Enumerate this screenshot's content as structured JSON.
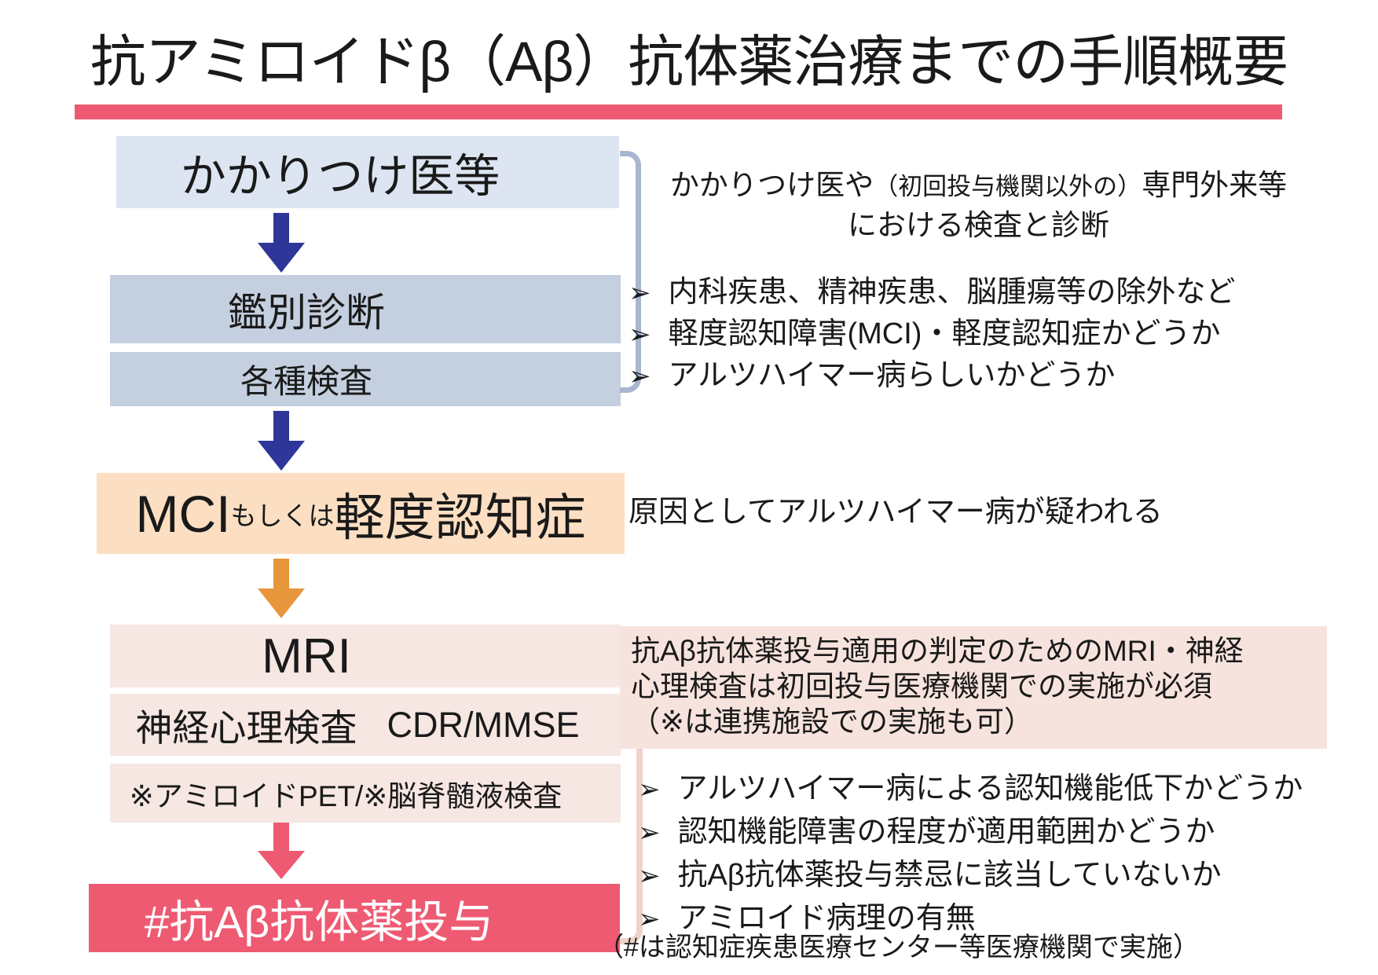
{
  "title": "抗アミロイドβ（Aβ）抗体薬治療までの手順概要",
  "colors": {
    "accent_pink": "#ee5a72",
    "box_primary_care_bg": "#dce5f1",
    "box_diagnosis_bg": "#c4cfdf",
    "box_mci_bg": "#fcdfc2",
    "box_mri_bg": "#f6e7e3",
    "box_admin_bg": "#ee5a72",
    "arrow_navy": "#2f3699",
    "arrow_orange": "#e8963c",
    "arrow_pink": "#ee5a72",
    "bracket_blue": "#a8b6cf",
    "bracket_pink": "#eed3c8",
    "note_box_bg": "#f7e3dd"
  },
  "icons": {
    "bullet": "➢"
  },
  "flow": {
    "primary_care": "かかりつけ医等",
    "differential_diagnosis": "鑑別診断",
    "various_tests": "各種検査",
    "mci": {
      "latin": "MCI",
      "connector": "もしくは",
      "dementia": "軽度認知症"
    },
    "mri": "MRI",
    "neuro": {
      "label": "神経心理検査",
      "tests": "CDR/MMSE"
    },
    "pet_csf": "※アミロイドPET/※脳脊髄液検査",
    "administration": "#抗Aβ抗体薬投与"
  },
  "right": {
    "heading": {
      "line1_a": "かかりつけ医や",
      "line1_b": "（初回投与機関以外の）",
      "line1_c": "専門外来等",
      "line2": "における検査と診断"
    },
    "checklist1": [
      "内科疾患、精神疾患、脳腫瘍等の除外など",
      "軽度認知障害(MCI)・軽度認知症かどうか",
      "アルツハイマー病らしいかどうか"
    ],
    "mci_note": "原因としてアルツハイマー病が疑われる",
    "mri_note": {
      "line1": "抗Aβ抗体薬投与適用の判定のためのMRI・神経",
      "line2": "心理検査は初回投与医療機関での実施が必須",
      "line3": "（※は連携施設での実施も可）"
    },
    "checklist2": [
      "アルツハイマー病による認知機能低下かどうか",
      "認知機能障害の程度が適用範囲かどうか",
      "抗Aβ抗体薬投与禁忌に該当していないか",
      "アミロイド病理の有無"
    ],
    "footnote": "（#は認知症疾患医療センター等医療機関で実施）"
  }
}
